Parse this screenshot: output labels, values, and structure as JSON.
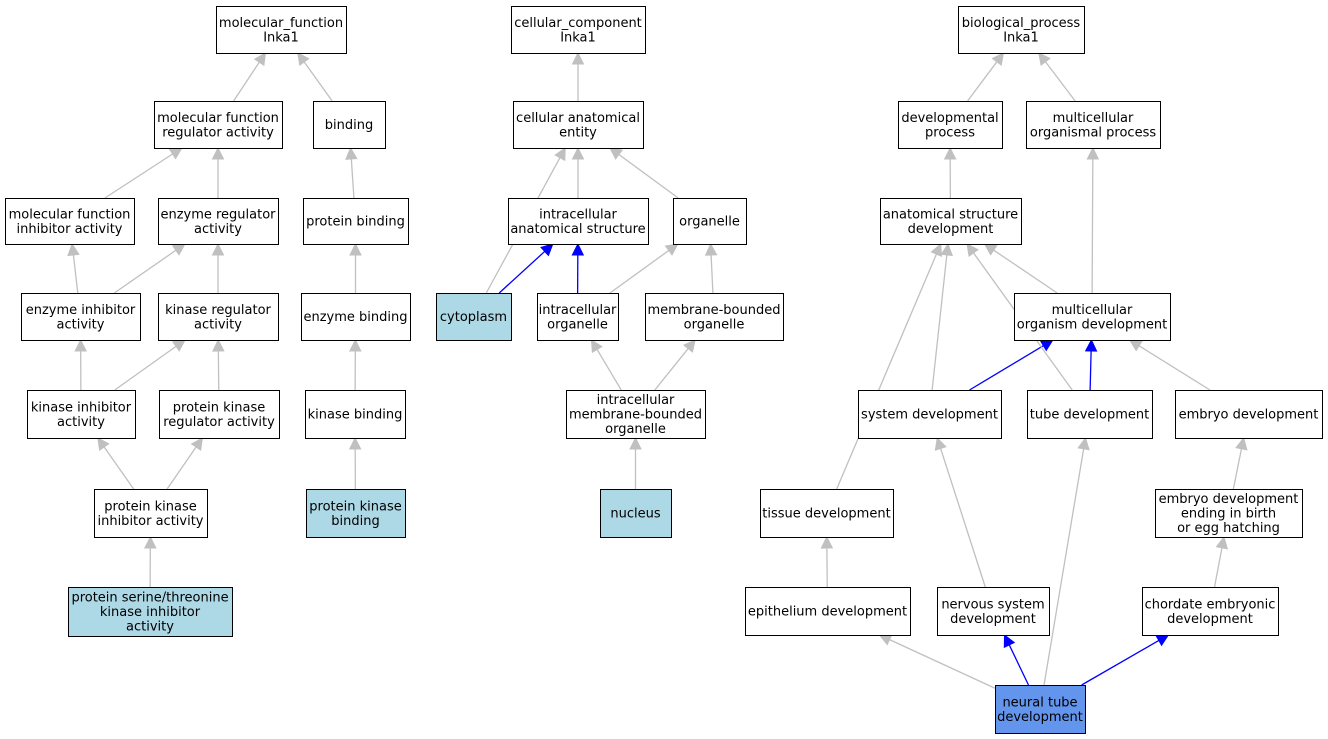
{
  "colors": {
    "node_default": "#ffffff",
    "node_annotated": "#add8e6",
    "node_focus": "#6495ed",
    "edge_isa": "#c0c0c0",
    "edge_partof": "#0000ff"
  },
  "nodes": [
    {
      "id": "mf_root",
      "lines": [
        "molecular_function",
        "Inka1"
      ],
      "style": "default"
    },
    {
      "id": "mf_reg",
      "lines": [
        "molecular function",
        "regulator activity"
      ],
      "style": "default"
    },
    {
      "id": "binding",
      "lines": [
        "binding"
      ],
      "style": "default"
    },
    {
      "id": "mf_inhib",
      "lines": [
        "molecular function",
        "inhibitor activity"
      ],
      "style": "default"
    },
    {
      "id": "enz_reg",
      "lines": [
        "enzyme regulator",
        "activity"
      ],
      "style": "default"
    },
    {
      "id": "prot_binding",
      "lines": [
        "protein binding"
      ],
      "style": "default"
    },
    {
      "id": "enz_inhib",
      "lines": [
        "enzyme inhibitor",
        "activity"
      ],
      "style": "default"
    },
    {
      "id": "kin_reg",
      "lines": [
        "kinase regulator",
        "activity"
      ],
      "style": "default"
    },
    {
      "id": "enz_binding",
      "lines": [
        "enzyme binding"
      ],
      "style": "default"
    },
    {
      "id": "kin_inhib",
      "lines": [
        "kinase inhibitor",
        "activity"
      ],
      "style": "default"
    },
    {
      "id": "pk_reg",
      "lines": [
        "protein kinase",
        "regulator activity"
      ],
      "style": "default"
    },
    {
      "id": "kin_binding",
      "lines": [
        "kinase binding"
      ],
      "style": "default"
    },
    {
      "id": "pk_inhib",
      "lines": [
        "protein kinase",
        "inhibitor activity"
      ],
      "style": "default"
    },
    {
      "id": "pk_binding",
      "lines": [
        "protein kinase",
        "binding"
      ],
      "style": "annotated"
    },
    {
      "id": "pst_inhib",
      "lines": [
        "protein serine/threonine",
        "kinase inhibitor",
        "activity"
      ],
      "style": "annotated"
    },
    {
      "id": "cc_root",
      "lines": [
        "cellular_component",
        "Inka1"
      ],
      "style": "default"
    },
    {
      "id": "cae",
      "lines": [
        "cellular anatomical",
        "entity"
      ],
      "style": "default"
    },
    {
      "id": "ias",
      "lines": [
        "intracellular",
        "anatomical structure"
      ],
      "style": "default"
    },
    {
      "id": "organelle",
      "lines": [
        "organelle"
      ],
      "style": "default"
    },
    {
      "id": "cytoplasm",
      "lines": [
        "cytoplasm"
      ],
      "style": "annotated"
    },
    {
      "id": "io",
      "lines": [
        "intracellular",
        "organelle"
      ],
      "style": "default"
    },
    {
      "id": "mbo",
      "lines": [
        "membrane-bounded",
        "organelle"
      ],
      "style": "default"
    },
    {
      "id": "imbo",
      "lines": [
        "intracellular",
        "membrane-bounded",
        "organelle"
      ],
      "style": "default"
    },
    {
      "id": "nucleus",
      "lines": [
        "nucleus"
      ],
      "style": "annotated"
    },
    {
      "id": "bp_root",
      "lines": [
        "biological_process",
        "Inka1"
      ],
      "style": "default"
    },
    {
      "id": "dev_proc",
      "lines": [
        "developmental",
        "process"
      ],
      "style": "default"
    },
    {
      "id": "mop",
      "lines": [
        "multicellular",
        "organismal process"
      ],
      "style": "default"
    },
    {
      "id": "asd",
      "lines": [
        "anatomical structure",
        "development"
      ],
      "style": "default"
    },
    {
      "id": "mod",
      "lines": [
        "multicellular",
        "organism development"
      ],
      "style": "default"
    },
    {
      "id": "sysdev",
      "lines": [
        "system development"
      ],
      "style": "default"
    },
    {
      "id": "tubedev",
      "lines": [
        "tube development"
      ],
      "style": "default"
    },
    {
      "id": "embdev",
      "lines": [
        "embryo development"
      ],
      "style": "default"
    },
    {
      "id": "tissdev",
      "lines": [
        "tissue development"
      ],
      "style": "default"
    },
    {
      "id": "embbirth",
      "lines": [
        "embryo development",
        "ending in birth",
        "or egg hatching"
      ],
      "style": "default"
    },
    {
      "id": "epidev",
      "lines": [
        "epithelium development"
      ],
      "style": "default"
    },
    {
      "id": "nsdev",
      "lines": [
        "nervous system",
        "development"
      ],
      "style": "default"
    },
    {
      "id": "chorddev",
      "lines": [
        "chordate embryonic",
        "development"
      ],
      "style": "default"
    },
    {
      "id": "ntdev",
      "lines": [
        "neural tube",
        "development"
      ],
      "style": "focus"
    }
  ],
  "edges": [
    {
      "from": "mf_reg",
      "to": "mf_root",
      "type": "isa"
    },
    {
      "from": "binding",
      "to": "mf_root",
      "type": "isa"
    },
    {
      "from": "mf_inhib",
      "to": "mf_reg",
      "type": "isa"
    },
    {
      "from": "enz_reg",
      "to": "mf_reg",
      "type": "isa"
    },
    {
      "from": "prot_binding",
      "to": "binding",
      "type": "isa"
    },
    {
      "from": "enz_inhib",
      "to": "mf_inhib",
      "type": "isa"
    },
    {
      "from": "enz_inhib",
      "to": "enz_reg",
      "type": "isa"
    },
    {
      "from": "kin_reg",
      "to": "enz_reg",
      "type": "isa"
    },
    {
      "from": "enz_binding",
      "to": "prot_binding",
      "type": "isa"
    },
    {
      "from": "kin_inhib",
      "to": "enz_inhib",
      "type": "isa"
    },
    {
      "from": "kin_inhib",
      "to": "kin_reg",
      "type": "isa"
    },
    {
      "from": "pk_reg",
      "to": "kin_reg",
      "type": "isa"
    },
    {
      "from": "kin_binding",
      "to": "enz_binding",
      "type": "isa"
    },
    {
      "from": "pk_inhib",
      "to": "kin_inhib",
      "type": "isa"
    },
    {
      "from": "pk_inhib",
      "to": "pk_reg",
      "type": "isa"
    },
    {
      "from": "pk_binding",
      "to": "kin_binding",
      "type": "isa"
    },
    {
      "from": "pst_inhib",
      "to": "pk_inhib",
      "type": "isa"
    },
    {
      "from": "cae",
      "to": "cc_root",
      "type": "isa"
    },
    {
      "from": "ias",
      "to": "cae",
      "type": "isa"
    },
    {
      "from": "organelle",
      "to": "cae",
      "type": "isa"
    },
    {
      "from": "cytoplasm",
      "to": "cae",
      "type": "isa"
    },
    {
      "from": "cytoplasm",
      "to": "ias",
      "type": "partof"
    },
    {
      "from": "io",
      "to": "ias",
      "type": "partof"
    },
    {
      "from": "io",
      "to": "organelle",
      "type": "isa"
    },
    {
      "from": "mbo",
      "to": "organelle",
      "type": "isa"
    },
    {
      "from": "imbo",
      "to": "io",
      "type": "isa"
    },
    {
      "from": "imbo",
      "to": "mbo",
      "type": "isa"
    },
    {
      "from": "nucleus",
      "to": "imbo",
      "type": "isa"
    },
    {
      "from": "dev_proc",
      "to": "bp_root",
      "type": "isa"
    },
    {
      "from": "mop",
      "to": "bp_root",
      "type": "isa"
    },
    {
      "from": "asd",
      "to": "dev_proc",
      "type": "isa"
    },
    {
      "from": "mod",
      "to": "mop",
      "type": "isa"
    },
    {
      "from": "mod",
      "to": "asd",
      "type": "isa"
    },
    {
      "from": "sysdev",
      "to": "asd",
      "type": "isa"
    },
    {
      "from": "sysdev",
      "to": "mod",
      "type": "partof"
    },
    {
      "from": "tubedev",
      "to": "asd",
      "type": "isa"
    },
    {
      "from": "tubedev",
      "to": "mod",
      "type": "partof"
    },
    {
      "from": "embdev",
      "to": "mod",
      "type": "isa"
    },
    {
      "from": "tissdev",
      "to": "asd",
      "type": "isa"
    },
    {
      "from": "embbirth",
      "to": "embdev",
      "type": "isa"
    },
    {
      "from": "epidev",
      "to": "tissdev",
      "type": "isa"
    },
    {
      "from": "nsdev",
      "to": "sysdev",
      "type": "isa"
    },
    {
      "from": "chorddev",
      "to": "embbirth",
      "type": "isa"
    },
    {
      "from": "ntdev",
      "to": "epidev",
      "type": "isa"
    },
    {
      "from": "ntdev",
      "to": "nsdev",
      "type": "partof"
    },
    {
      "from": "ntdev",
      "to": "tubedev",
      "type": "isa"
    },
    {
      "from": "ntdev",
      "to": "chorddev",
      "type": "partof"
    }
  ]
}
